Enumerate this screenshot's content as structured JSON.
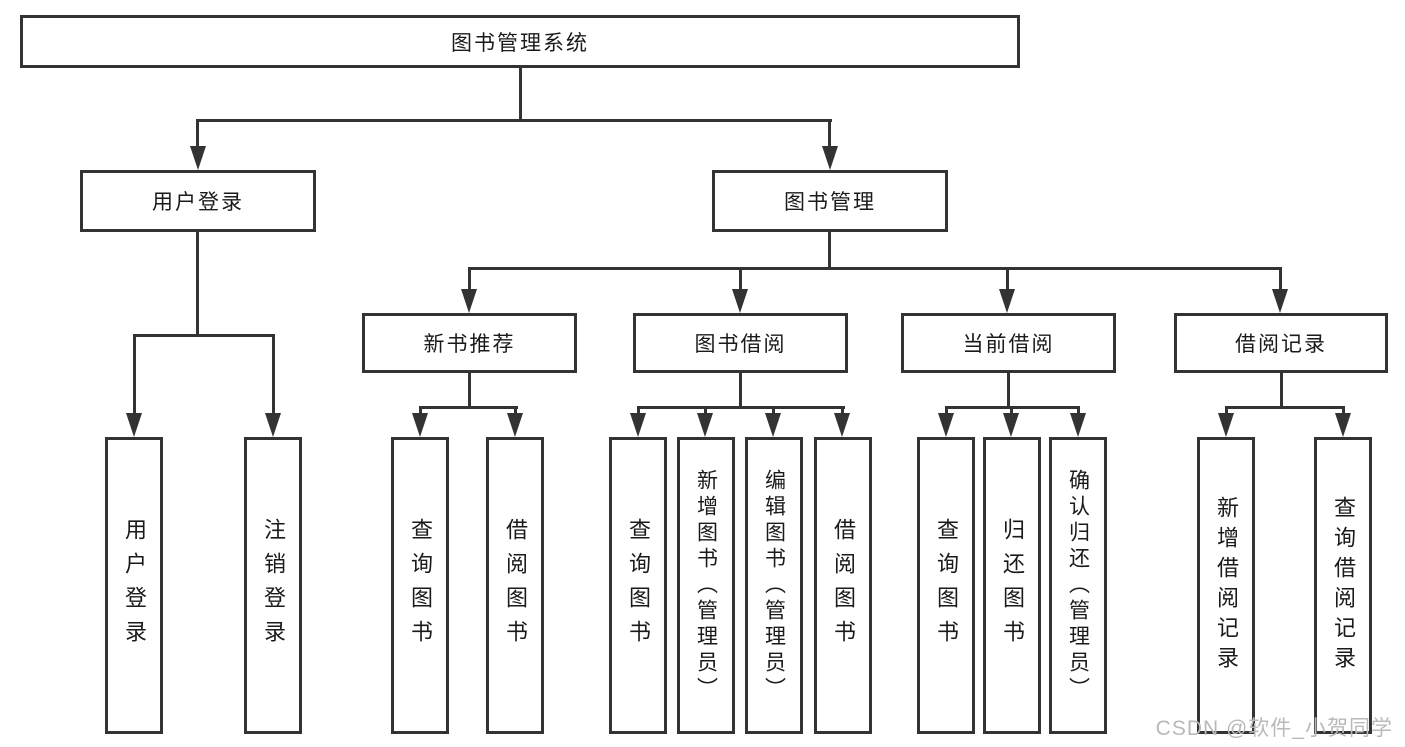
{
  "tree": {
    "root": {
      "label": "图书管理系统",
      "children": [
        {
          "label": "用户登录",
          "children": [
            {
              "label": "用户登录"
            },
            {
              "label": "注销登录"
            }
          ]
        },
        {
          "label": "图书管理",
          "children": [
            {
              "label": "新书推荐",
              "children": [
                {
                  "label": "查询图书"
                },
                {
                  "label": "借阅图书"
                }
              ]
            },
            {
              "label": "图书借阅",
              "children": [
                {
                  "label": "查询图书"
                },
                {
                  "label": "新增图书（管理员）"
                },
                {
                  "label": "编辑图书（管理员）"
                },
                {
                  "label": "借阅图书"
                }
              ]
            },
            {
              "label": "当前借阅",
              "children": [
                {
                  "label": "查询图书"
                },
                {
                  "label": "归还图书"
                },
                {
                  "label": "确认归还（管理员）"
                }
              ]
            },
            {
              "label": "借阅记录",
              "children": [
                {
                  "label": "新增借阅记录"
                },
                {
                  "label": "查询借阅记录"
                }
              ]
            }
          ]
        }
      ]
    }
  },
  "watermark": "CSDN @软件_小贺同学",
  "colors": {
    "line": "#333333",
    "text": "#1a1a1a",
    "watermark": "#b9b9b9",
    "background": "#ffffff"
  }
}
